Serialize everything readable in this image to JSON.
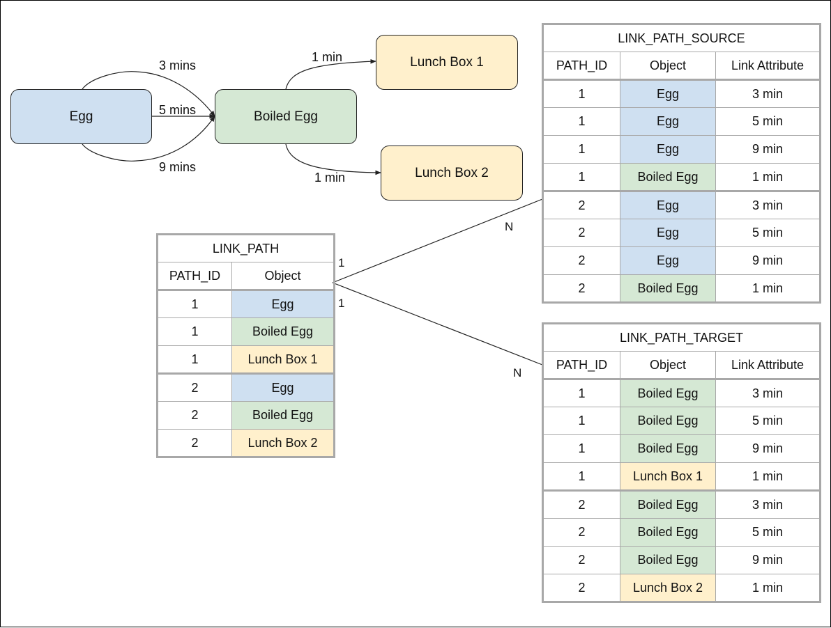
{
  "colors": {
    "egg": "#cfe0f1",
    "boiled_egg": "#d5e8d4",
    "lunch_box": "#fff0cc",
    "table_border": "#a8a8a8",
    "stroke": "#222222"
  },
  "flow": {
    "nodes": {
      "egg": "Egg",
      "boiled_egg": "Boiled Egg",
      "lunch_box_1": "Lunch Box 1",
      "lunch_box_2": "Lunch Box 2"
    },
    "edges": {
      "egg_boiled_top": "3 mins",
      "egg_boiled_mid": "5 mins",
      "egg_boiled_bottom": "9 mins",
      "boiled_lunch1": "1 min",
      "boiled_lunch2": "1 min"
    }
  },
  "cardinality": {
    "source_one": "1",
    "source_many": "N",
    "target_one": "1",
    "target_many": "N"
  },
  "link_path": {
    "title": "LINK_PATH",
    "headers": [
      "PATH_ID",
      "Object"
    ],
    "rows": [
      [
        "1",
        "Egg"
      ],
      [
        "1",
        "Boiled Egg"
      ],
      [
        "1",
        "Lunch Box 1"
      ],
      [
        "2",
        "Egg"
      ],
      [
        "2",
        "Boiled Egg"
      ],
      [
        "2",
        "Lunch Box 2"
      ]
    ]
  },
  "link_path_source": {
    "title": "LINK_PATH_SOURCE",
    "headers": [
      "PATH_ID",
      "Object",
      "Link Attribute"
    ],
    "rows": [
      [
        "1",
        "Egg",
        "3 min"
      ],
      [
        "1",
        "Egg",
        "5 min"
      ],
      [
        "1",
        "Egg",
        "9 min"
      ],
      [
        "1",
        "Boiled Egg",
        "1 min"
      ],
      [
        "2",
        "Egg",
        "3 min"
      ],
      [
        "2",
        "Egg",
        "5 min"
      ],
      [
        "2",
        "Egg",
        "9 min"
      ],
      [
        "2",
        "Boiled Egg",
        "1 min"
      ]
    ]
  },
  "link_path_target": {
    "title": "LINK_PATH_TARGET",
    "headers": [
      "PATH_ID",
      "Object",
      "Link Attribute"
    ],
    "rows": [
      [
        "1",
        "Boiled Egg",
        "3 min"
      ],
      [
        "1",
        "Boiled Egg",
        "5 min"
      ],
      [
        "1",
        "Boiled Egg",
        "9 min"
      ],
      [
        "1",
        "Lunch Box 1",
        "1 min"
      ],
      [
        "2",
        "Boiled Egg",
        "3 min"
      ],
      [
        "2",
        "Boiled Egg",
        "5 min"
      ],
      [
        "2",
        "Boiled Egg",
        "9 min"
      ],
      [
        "2",
        "Lunch Box 2",
        "1 min"
      ]
    ]
  }
}
